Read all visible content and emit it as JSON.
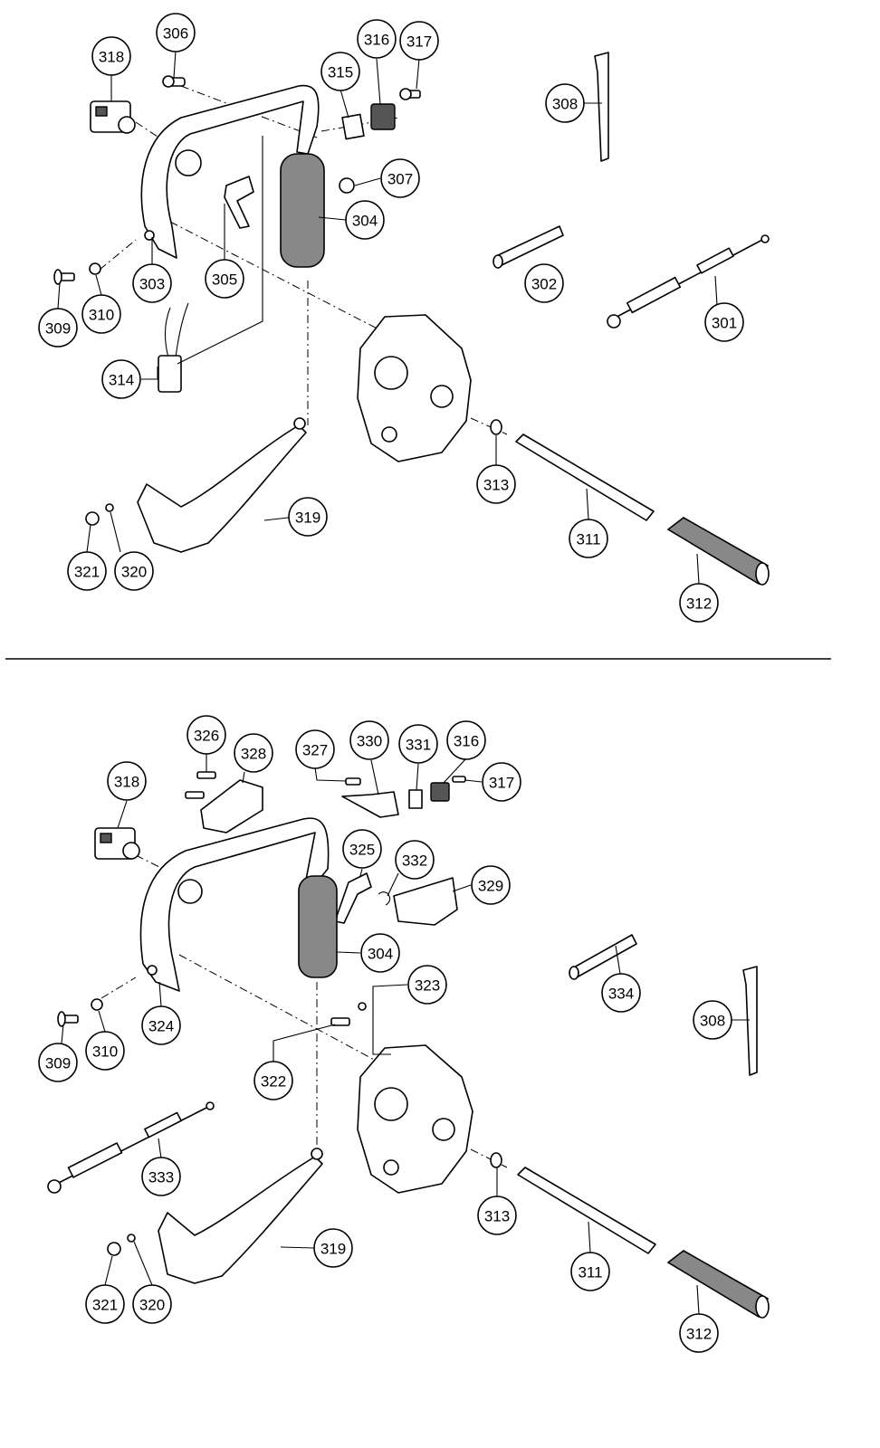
{
  "callouts": {
    "top": [
      {
        "id": "306",
        "label": "306"
      },
      {
        "id": "318",
        "label": "318"
      },
      {
        "id": "315",
        "label": "315"
      },
      {
        "id": "316",
        "label": "316"
      },
      {
        "id": "317",
        "label": "317"
      },
      {
        "id": "308",
        "label": "308"
      },
      {
        "id": "307",
        "label": "307"
      },
      {
        "id": "304",
        "label": "304"
      },
      {
        "id": "302",
        "label": "302"
      },
      {
        "id": "303",
        "label": "303"
      },
      {
        "id": "305",
        "label": "305"
      },
      {
        "id": "301",
        "label": "301"
      },
      {
        "id": "310",
        "label": "310"
      },
      {
        "id": "309",
        "label": "309"
      },
      {
        "id": "314",
        "label": "314"
      },
      {
        "id": "313",
        "label": "313"
      },
      {
        "id": "319",
        "label": "319"
      },
      {
        "id": "311",
        "label": "311"
      },
      {
        "id": "321",
        "label": "321"
      },
      {
        "id": "320",
        "label": "320"
      },
      {
        "id": "312",
        "label": "312"
      }
    ],
    "bottom": [
      {
        "id": "326",
        "label": "326"
      },
      {
        "id": "328",
        "label": "328"
      },
      {
        "id": "327",
        "label": "327"
      },
      {
        "id": "330",
        "label": "330"
      },
      {
        "id": "331",
        "label": "331"
      },
      {
        "id": "316",
        "label": "316"
      },
      {
        "id": "317",
        "label": "317"
      },
      {
        "id": "318",
        "label": "318"
      },
      {
        "id": "325",
        "label": "325"
      },
      {
        "id": "332",
        "label": "332"
      },
      {
        "id": "329",
        "label": "329"
      },
      {
        "id": "304",
        "label": "304"
      },
      {
        "id": "334",
        "label": "334"
      },
      {
        "id": "323",
        "label": "323"
      },
      {
        "id": "308",
        "label": "308"
      },
      {
        "id": "324",
        "label": "324"
      },
      {
        "id": "309",
        "label": "309"
      },
      {
        "id": "310",
        "label": "310"
      },
      {
        "id": "322",
        "label": "322"
      },
      {
        "id": "333",
        "label": "333"
      },
      {
        "id": "313",
        "label": "313"
      },
      {
        "id": "319",
        "label": "319"
      },
      {
        "id": "311",
        "label": "311"
      },
      {
        "id": "321",
        "label": "321"
      },
      {
        "id": "320",
        "label": "320"
      },
      {
        "id": "312",
        "label": "312"
      }
    ]
  }
}
